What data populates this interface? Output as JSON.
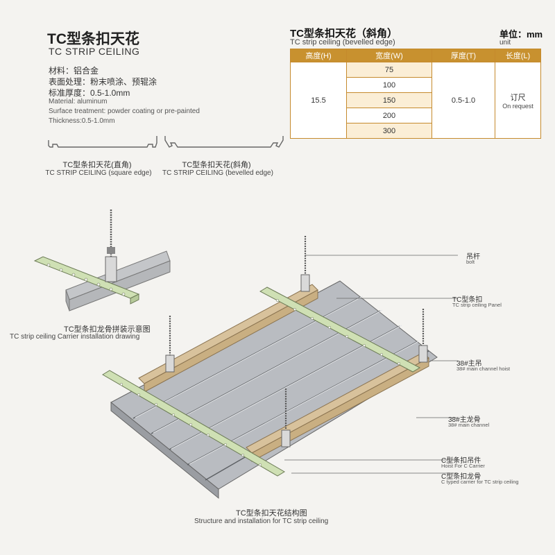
{
  "header": {
    "title_zh": "TC型条扣天花",
    "title_en": "TC STRIP CEILING"
  },
  "specs": {
    "material_zh": "材料：铝合金",
    "surface_zh": "表面处理：粉末喷涂、预辊涂",
    "thickness_zh": "标准厚度：0.5-1.0mm",
    "material_en": "Material: aluminum",
    "surface_en": "Surface treatment: powder coating or pre-painted",
    "thickness_en": "Thickness:0.5-1.0mm"
  },
  "profiles": [
    {
      "label_zh": "TC型条扣天花(直角)",
      "label_en": "TC STRIP CEILING (square edge)"
    },
    {
      "label_zh": "TC型条扣天花(斜角)",
      "label_en": "TC STRIP CEILING (bevelled edge)"
    }
  ],
  "table": {
    "title_zh": "TC型条扣天花（斜角）",
    "title_en": "TC strip ceiling (bevelled edge)",
    "unit_zh": "单位：mm",
    "unit_en": "unit",
    "headers": [
      "高度(H)",
      "宽度(W)",
      "厚度(T)",
      "长度(L)"
    ],
    "height": "15.5",
    "widths": [
      "75",
      "100",
      "150",
      "200",
      "300"
    ],
    "thickness": "0.5-1.0",
    "length_zh": "订尺",
    "length_en": "On request"
  },
  "inset": {
    "caption_zh": "TC型条扣龙骨拼装示意图",
    "caption_en": "TC strip ceiling Carrier installation drawing"
  },
  "callouts": [
    {
      "zh": "吊杆",
      "en": "bolt"
    },
    {
      "zh": "TC型条扣",
      "en": "TC strip ceiling Panel"
    },
    {
      "zh": "38#主吊",
      "en": "38# main channel hoist"
    },
    {
      "zh": "38#主龙骨",
      "en": "38# main channel"
    },
    {
      "zh": "C型条扣吊件",
      "en": "Hoist For C Carrier"
    },
    {
      "zh": "C型条扣龙骨",
      "en": "C typed carrier for TC strip ceiling"
    }
  ],
  "main_caption": {
    "zh": "TC型条扣天花结构图",
    "en": "Structure and installation for TC strip ceiling"
  },
  "colors": {
    "table_header": "#c8912f",
    "table_highlight": "#fbeed6",
    "panel": "#b9bcc1",
    "main_channel": "#d8c29c",
    "carrier": "#cfe0b4"
  }
}
